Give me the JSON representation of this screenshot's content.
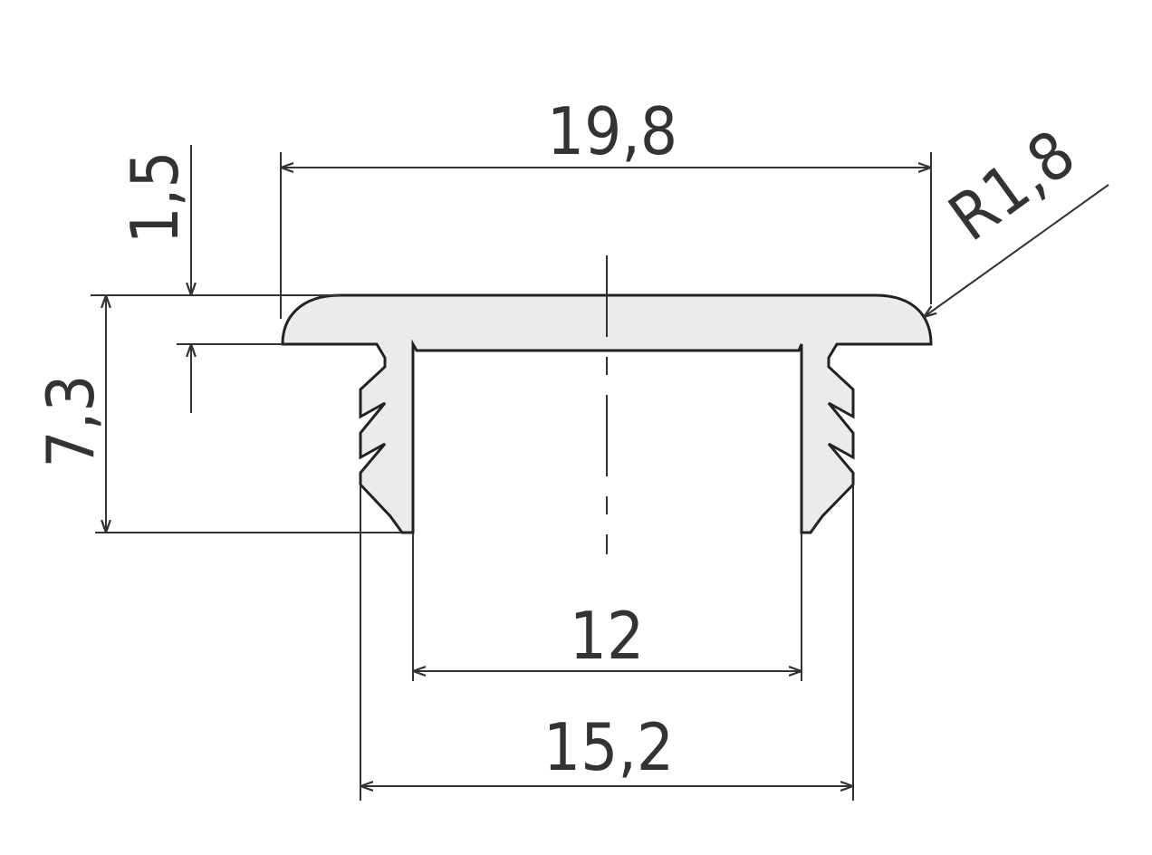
{
  "dimensions": {
    "top_width": "19,8",
    "cap_thickness": "1,5",
    "total_height": "7,3",
    "inner_width": "12",
    "outer_leg_width": "15,2",
    "radius": "R1,8"
  },
  "colors": {
    "line": "#333333",
    "profile_fill": "#ebebeb",
    "background": "#ffffff"
  }
}
